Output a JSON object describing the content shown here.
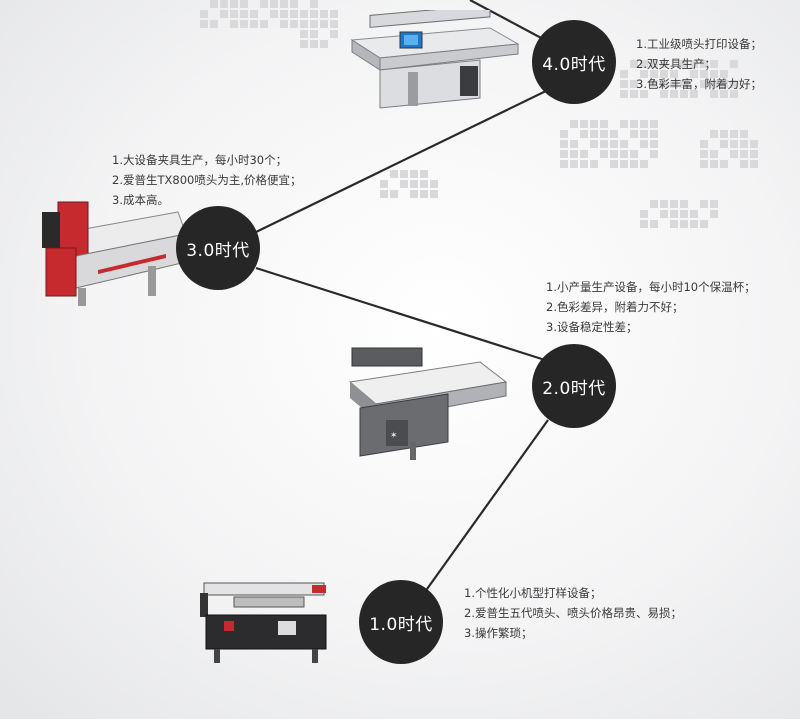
{
  "colors": {
    "circle": "#262626",
    "circle_text": "#ffffff",
    "line": "#2a2a2a",
    "text": "#3a3a3a",
    "accent_red": "#c62a2e",
    "map_dots": "#d9d9db"
  },
  "eras": [
    {
      "label": "4.0时代",
      "lines": [
        "1.工业级喷头打印设备；",
        "2.双夹具生产；",
        "3.色彩丰富，附着力好；"
      ],
      "printer_icon": "industrial-flatbed-printer"
    },
    {
      "label": "3.0时代",
      "lines": [
        "1.大设备夹具生产，每小时30个；",
        "2.爱普生TX800喷头为主,价格便宜；",
        "3.成本高。"
      ],
      "printer_icon": "red-flatbed-printer"
    },
    {
      "label": "2.0时代",
      "lines": [
        "1.小产量生产设备，每小时10个保温杯；",
        "2.色彩差异，附着力不好；",
        "3.设备稳定性差；"
      ],
      "printer_icon": "gray-flatbed-printer"
    },
    {
      "label": "1.0时代",
      "lines": [
        "1.个性化小机型打样设备；",
        "2.爱普生五代喷头、喷头价格昂贵、易损；",
        "3.操作繁琐；"
      ],
      "printer_icon": "small-desktop-printer"
    }
  ]
}
